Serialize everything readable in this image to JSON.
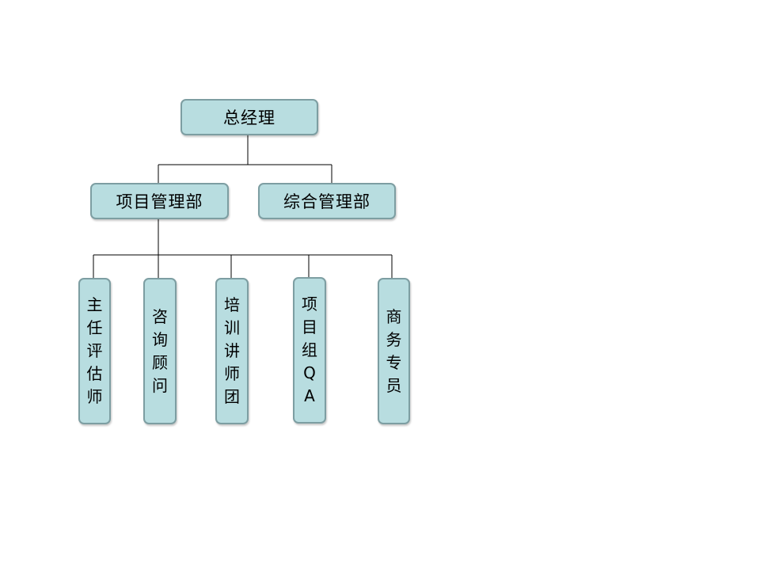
{
  "org_chart": {
    "root": {
      "label": "总经理"
    },
    "departments": [
      {
        "label": "项目管理部"
      },
      {
        "label": "综合管理部"
      }
    ],
    "roles": [
      {
        "label": "主任评估师"
      },
      {
        "label": "咨询顾问"
      },
      {
        "label": "培训讲师团"
      },
      {
        "label": "项目组QA"
      },
      {
        "label": "商务专员"
      }
    ]
  },
  "colors": {
    "box_fill": "#b8dde0",
    "box_border": "#7d9ea2",
    "connector": "#000000"
  }
}
